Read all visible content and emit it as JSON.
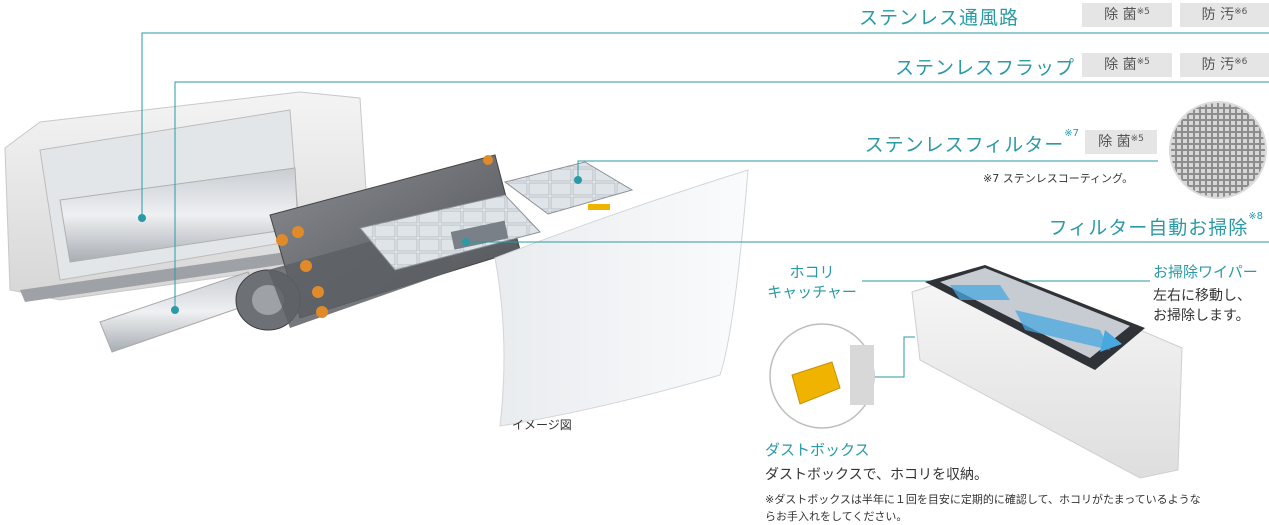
{
  "features": [
    {
      "title": "ステンレス通風路",
      "badges": [
        {
          "text": "除 菌",
          "note": "※5"
        },
        {
          "text": "防 汚",
          "note": "※6"
        }
      ]
    },
    {
      "title": "ステンレスフラップ",
      "badges": [
        {
          "text": "除 菌",
          "note": "※5"
        },
        {
          "text": "防 汚",
          "note": "※6"
        }
      ]
    },
    {
      "title": "ステンレスフィルター",
      "title_note": "※7",
      "badges": [
        {
          "text": "除 菌",
          "note": "※5"
        }
      ]
    },
    {
      "title": "フィルター自動お掃除",
      "title_note": "※8",
      "badges": []
    }
  ],
  "filter_note": "※7 ステンレスコーティング。",
  "image_caption": "イメージ図",
  "hokori_catcher": {
    "line1": "ホコリ",
    "line2": "キャッチャー"
  },
  "wiper": {
    "title": "お掃除ワイパー",
    "line1": "左右に移動し、",
    "line2": "お掃除します。"
  },
  "dustbox": {
    "title": "ダストボックス",
    "desc": "ダストボックスで、ホコリを収納。",
    "note_line1": "※ダストボックスは半年に１回を目安に定期的に確認して、ホコリがたまっているような",
    "note_line2": "らお手入れをしてください。"
  },
  "colors": {
    "accent": "#2a9aa6",
    "badge_bg": "#e5e5e5",
    "dust_box": "#f0b400",
    "wiper_arrow": "#4aa8e0"
  }
}
